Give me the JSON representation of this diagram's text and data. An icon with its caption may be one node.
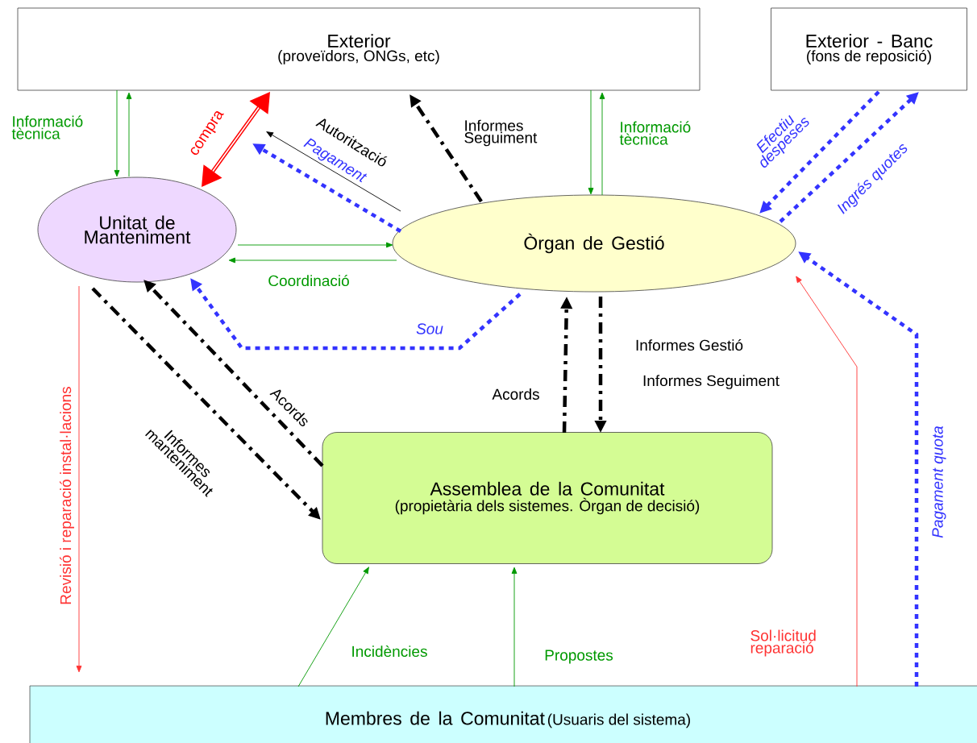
{
  "diagram": {
    "nodes": [
      {
        "text": [
          "Exterior",
          "(proveïdors, ONGs, etc)"
        ]
      },
      {
        "text": [
          "Exterior - Banc",
          "(fons de reposició)"
        ]
      },
      {
        "text": [
          "Unitat de Manteniment"
        ]
      },
      {
        "text": [
          "Òrgan de Gestió"
        ]
      },
      {
        "text": [
          "Assemblea de la Comunitat",
          "(propietària dels sistemes. Òrgan de decisió)"
        ]
      },
      {
        "text": [
          "Membres de la Comunitat",
          "(Usuaris del sistema)"
        ]
      }
    ],
    "edges": [
      {
        "from": 0,
        "to": 2,
        "arrow": "to",
        "label": "Informació tècnica"
      },
      {
        "from": 2,
        "to": 0,
        "arrow": "to"
      },
      {
        "from": 0,
        "to": 2,
        "arrow": "both",
        "label": "compra",
        "style": "thick",
        "color": "#ff0000"
      },
      {
        "from": 3,
        "to": null,
        "arrow": "to",
        "label": "Autorització",
        "color": "#000000"
      },
      {
        "from": 3,
        "to": null,
        "arrow": "to",
        "label": "Pagament",
        "style": "dashed",
        "color": "#3333ff"
      },
      {
        "from": 3,
        "to": 0,
        "arrow": "to",
        "label": "Informes Seguiment",
        "style": "dashed",
        "color": "#000000"
      },
      {
        "from": 0,
        "to": 3,
        "arrow": "to"
      },
      {
        "from": 3,
        "to": 0,
        "arrow": "to",
        "label": "Informació tècnica"
      },
      {
        "from": 1,
        "to": 3,
        "arrow": "to",
        "label": "Efectiu despeses",
        "style": "dashed",
        "color": "#3333ff"
      },
      {
        "from": 3,
        "to": 1,
        "arrow": "to",
        "label": "Ingrés quotes",
        "style": "dashed",
        "color": "#3333ff"
      },
      {
        "from": 2,
        "to": 3,
        "arrow": "to"
      },
      {
        "from": 3,
        "to": 2,
        "arrow": "to",
        "label": "Coordinació"
      },
      {
        "from": 3,
        "to": 2,
        "arrow": "to",
        "label": "Sou",
        "style": "dashed",
        "color": "#3333ff"
      },
      {
        "from": 2,
        "to": 4,
        "arrow": "to",
        "label": "Informes manteniment",
        "style": "dashed",
        "color": "#000000"
      },
      {
        "from": 4,
        "to": 2,
        "arrow": "to",
        "label": "Acords",
        "style": "dashed",
        "color": "#000000"
      },
      {
        "from": 4,
        "to": 3,
        "arrow": "to",
        "label": "Acords",
        "style": "dashed",
        "color": "#000000"
      },
      {
        "from": 3,
        "to": 4,
        "arrow": "to",
        "label": "Informes Gestió",
        "style": "dashed",
        "color": "#000000"
      },
      {
        "from": 2,
        "to": 5,
        "arrow": "to",
        "label": "Revisió i reparació instal·lacions",
        "color": "#ff3333"
      },
      {
        "from": 5,
        "to": 4,
        "arrow": "to",
        "label": "Incidències"
      },
      {
        "from": 5,
        "to": 4,
        "arrow": "to",
        "label": "Propostes"
      },
      {
        "from": 5,
        "to": 3,
        "arrow": "to",
        "label": "Sol·licitud reparació",
        "color": "#ff3333"
      },
      {
        "from": 5,
        "to": 3,
        "arrow": "to",
        "label": "Pagament quota",
        "style": "dashed",
        "color": "#3333ff"
      }
    ],
    "labels": [
      "Informes Seguiment"
    ]
  }
}
